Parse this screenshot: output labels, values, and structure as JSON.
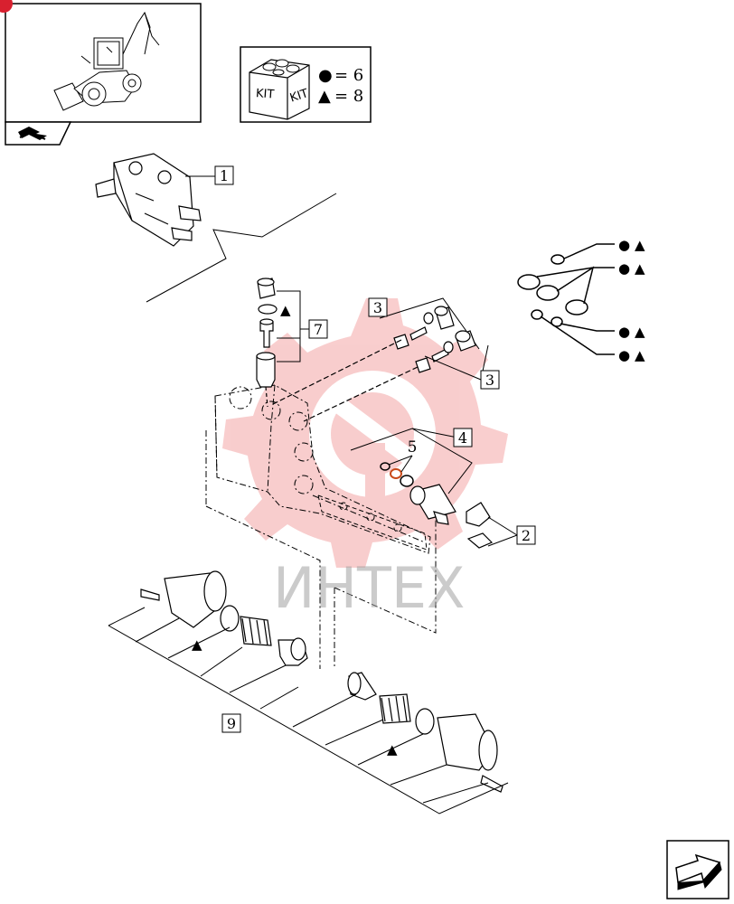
{
  "colors": {
    "line": "#000000",
    "watermark_red": "#f4a6a6",
    "watermark_text": "#a0a0a0",
    "corner_badge": "#d8202f"
  },
  "kit_legend": {
    "kit_label": "KIT",
    "rows": [
      {
        "symbol": "●",
        "value": "= 6"
      },
      {
        "symbol": "▲",
        "value": "= 8"
      }
    ]
  },
  "watermark_text": "ИНТЕХ",
  "callouts": {
    "c1": "1",
    "c2": "2",
    "c3a": "3",
    "c3b": "3",
    "c4": "4",
    "c5": "5",
    "c7": "7",
    "c9": "9"
  },
  "seal_markers": {
    "circle": "●",
    "triangle": "▲"
  },
  "icons": {
    "thumbnail": "backhoe-loader-icon",
    "nav_prev": "previous-page-arrow-icon",
    "nav_next": "next-page-arrow-icon"
  }
}
